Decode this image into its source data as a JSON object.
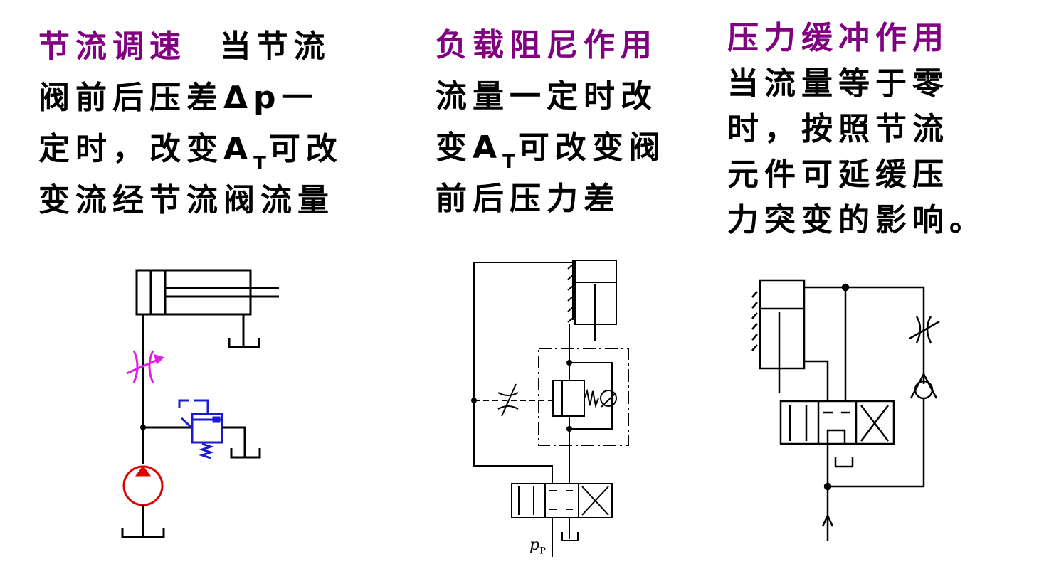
{
  "panels": [
    {
      "title": "节流调速",
      "lines": [
        "当节流",
        "阀前后压差Δp一",
        "定时，改变",
        "可改",
        "变流经节流阀流量"
      ],
      "symbol_A": "A",
      "symbol_T": "T",
      "diagram": "throttle-speed-control-circuit"
    },
    {
      "title": "负载阻尼作用",
      "lines": [
        "流量一定时改",
        "变",
        "可改变阀",
        "前后压力差"
      ],
      "symbol_A": "A",
      "symbol_T": "T",
      "diagram": "load-damping-circuit",
      "label_pp": "p",
      "label_pp_sub": "P"
    },
    {
      "title": "压力缓冲作用",
      "lines": [
        "当流量等于零",
        "时，按照节流",
        "元件可延缓压",
        "力突变的影响。"
      ],
      "diagram": "pressure-buffer-circuit"
    }
  ],
  "colors": {
    "title": "#800080",
    "text": "#000000",
    "throttle_valve": "#e020e0",
    "relief_valve": "#1a1ad0",
    "pump": "#e00000"
  }
}
